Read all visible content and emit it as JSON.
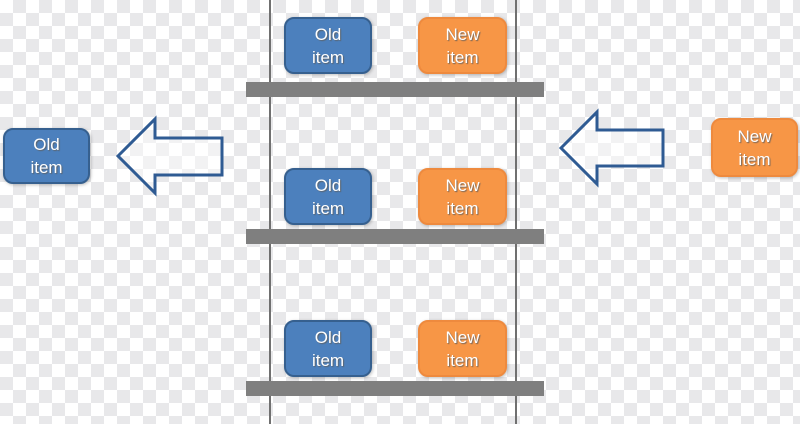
{
  "colors": {
    "old_fill": "#4c80bd",
    "old_border": "#36608f",
    "new_fill": "#f79646",
    "new_border": "#ee8a3e",
    "shelf_bar": "#7f7f7f",
    "rail": "#707070",
    "arrow_stroke": "#2f5b93",
    "checker_dark": "#e8e8ea",
    "checker_light": "#ffffff"
  },
  "icons": {
    "left_arrow": "block-arrow-left",
    "right_arrow": "block-arrow-left"
  },
  "list": {
    "rows": [
      {
        "old_label": "Old\nitem",
        "new_label": "New\nitem"
      },
      {
        "old_label": "Old\nitem",
        "new_label": "New\nitem"
      },
      {
        "old_label": "Old\nitem",
        "new_label": "New\nitem"
      }
    ]
  },
  "left_result": {
    "label": "Old\nitem"
  },
  "right_source": {
    "label": "New\nitem"
  }
}
